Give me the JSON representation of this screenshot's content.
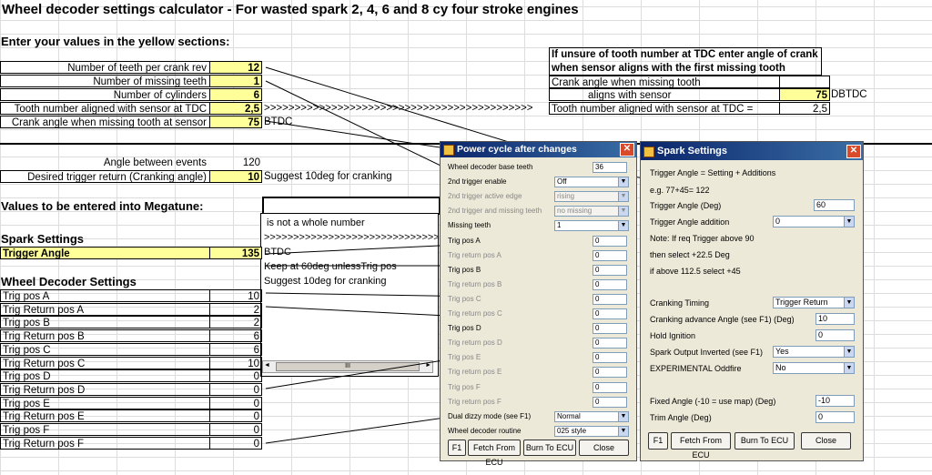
{
  "sheet": {
    "title": "Wheel decoder settings calculator - For wasted spark 2, 4, 6 and 8 cy four stroke engines",
    "enter_header": "Enter your values in the yellow sections:",
    "inputs": [
      {
        "label": "Number of teeth per crank rev",
        "value": "12"
      },
      {
        "label": "Number of missing teeth",
        "value": "1"
      },
      {
        "label": "Number of cylinders",
        "value": "6"
      },
      {
        "label": "Tooth number aligned with sensor at TDC",
        "value": "2,5",
        "suffix": ">>>>>>>>>>>>>>>>>>>>>>>>>>>>>>>>>>>>>>>>>>>>"
      },
      {
        "label": "Crank angle when missing tooth at sensor",
        "value": "75",
        "suffix": "BTDC"
      }
    ],
    "unsure": {
      "line1": "If unsure of tooth number at TDC enter angle of crank",
      "line2": "when sensor aligns with the first missing tooth",
      "crank_label1": "Crank angle when missing tooth",
      "crank_label2": "aligns with sensor",
      "crank_value": "75",
      "crank_unit": "DBTDC",
      "tooth_label": "Tooth number aligned with sensor at TDC =",
      "tooth_value": "2,5"
    },
    "angle_between": {
      "label": "Angle between events",
      "value": "120"
    },
    "desired_return": {
      "label": "Desired trigger return (Cranking angle)",
      "value": "10",
      "note": "Suggest 10deg for cranking"
    },
    "megatune_header": "Values to be entered into Megatune:",
    "spark_header": "Spark Settings",
    "trigger_angle": {
      "label": "Trigger Angle",
      "value": "135"
    },
    "wheel_header": "Wheel Decoder Settings",
    "wheel_rows": [
      {
        "label": "Trig pos A",
        "value": "10"
      },
      {
        "label": "Trig Return pos A",
        "value": "2"
      },
      {
        "label": "Trig pos B",
        "value": "2"
      },
      {
        "label": "Trig Return pos B",
        "value": "6"
      },
      {
        "label": "Trig pos C",
        "value": "6"
      },
      {
        "label": "Trig Return pos C",
        "value": "10"
      },
      {
        "label": "Trig pos D",
        "value": "0"
      },
      {
        "label": "Trig Return pos D",
        "value": "0"
      },
      {
        "label": "Trig pos E",
        "value": "0"
      },
      {
        "label": "Trig Return pos E",
        "value": "0"
      },
      {
        "label": "Trig pos F",
        "value": "0"
      },
      {
        "label": "Trig Return pos F",
        "value": "0"
      }
    ],
    "notes_box": [
      " is not a whole number",
      ">>>>>>>>>>>>>>>>>>>>>>>>>>>>>>",
      "BTDC",
      "Keep at 60deg unlessTrig pos",
      "Suggest 10deg for cranking"
    ]
  },
  "power_window": {
    "title": "Power cycle after changes",
    "rows": [
      {
        "label": "Wheel decoder base teeth",
        "type": "input",
        "value": "36",
        "disabled": false
      },
      {
        "label": "2nd trigger enable",
        "type": "select",
        "value": "Off",
        "disabled": false
      },
      {
        "label": "2nd trigger active edge",
        "type": "select",
        "value": "rising",
        "disabled": true
      },
      {
        "label": "2nd trigger and missing teeth",
        "type": "select",
        "value": "no missing",
        "disabled": true
      },
      {
        "label": "Missing teeth",
        "type": "select",
        "value": "1",
        "disabled": false
      },
      {
        "label": "Trig pos A",
        "type": "input",
        "value": "0",
        "disabled": false
      },
      {
        "label": "Trig return pos A",
        "type": "input",
        "value": "0",
        "disabled": true
      },
      {
        "label": "Trig pos B",
        "type": "input",
        "value": "0",
        "disabled": false
      },
      {
        "label": "Trig return pos B",
        "type": "input",
        "value": "0",
        "disabled": true
      },
      {
        "label": "Trig pos C",
        "type": "input",
        "value": "0",
        "disabled": true
      },
      {
        "label": "Trig return pos C",
        "type": "input",
        "value": "0",
        "disabled": true
      },
      {
        "label": "Trig pos D",
        "type": "input",
        "value": "0",
        "disabled": false
      },
      {
        "label": "Trig return pos D",
        "type": "input",
        "value": "0",
        "disabled": true
      },
      {
        "label": "Trig pos E",
        "type": "input",
        "value": "0",
        "disabled": true
      },
      {
        "label": "Trig return pos E",
        "type": "input",
        "value": "0",
        "disabled": true
      },
      {
        "label": "Trig pos F",
        "type": "input",
        "value": "0",
        "disabled": true
      },
      {
        "label": "Trig return pos F",
        "type": "input",
        "value": "0",
        "disabled": true
      },
      {
        "label": "Dual dizzy mode (see F1)",
        "type": "select",
        "value": "Normal",
        "disabled": false
      },
      {
        "label": "Wheel decoder routine",
        "type": "select",
        "value": "025 style",
        "disabled": false
      }
    ],
    "buttons": {
      "f1": "F1",
      "fetch": "Fetch From ECU",
      "burn": "Burn To ECU",
      "close": "Close"
    }
  },
  "spark_window": {
    "title": "Spark Settings",
    "formula": "Trigger Angle = Setting + Additions",
    "example": "e.g. 77+45= 122",
    "trigger_angle_label": "Trigger Angle  (Deg)",
    "trigger_angle_value": "60",
    "addition_label": "Trigger Angle addition",
    "addition_value": "0",
    "note1": "Note: If req Trigger above 90",
    "note2": "then select +22.5 Deg",
    "note3": "if above 112.5 select +45",
    "cranking_timing_label": "Cranking Timing",
    "cranking_timing_value": "Trigger Return",
    "cranking_adv_label": "Cranking advance Angle (see F1) (Deg)",
    "cranking_adv_value": "10",
    "hold_label": "Hold Ignition",
    "hold_value": "0",
    "spark_out_label": "Spark Output Inverted (see F1)",
    "spark_out_value": "Yes",
    "oddfire_label": "EXPERIMENTAL Oddfire",
    "oddfire_value": "No",
    "fixed_label": "Fixed Angle (-10 = use map) (Deg)",
    "fixed_value": "-10",
    "trim_label": "Trim Angle (Deg)",
    "trim_value": "0",
    "buttons": {
      "f1": "F1",
      "fetch": "Fetch From ECU",
      "burn": "Burn To ECU",
      "close": "Close"
    }
  }
}
